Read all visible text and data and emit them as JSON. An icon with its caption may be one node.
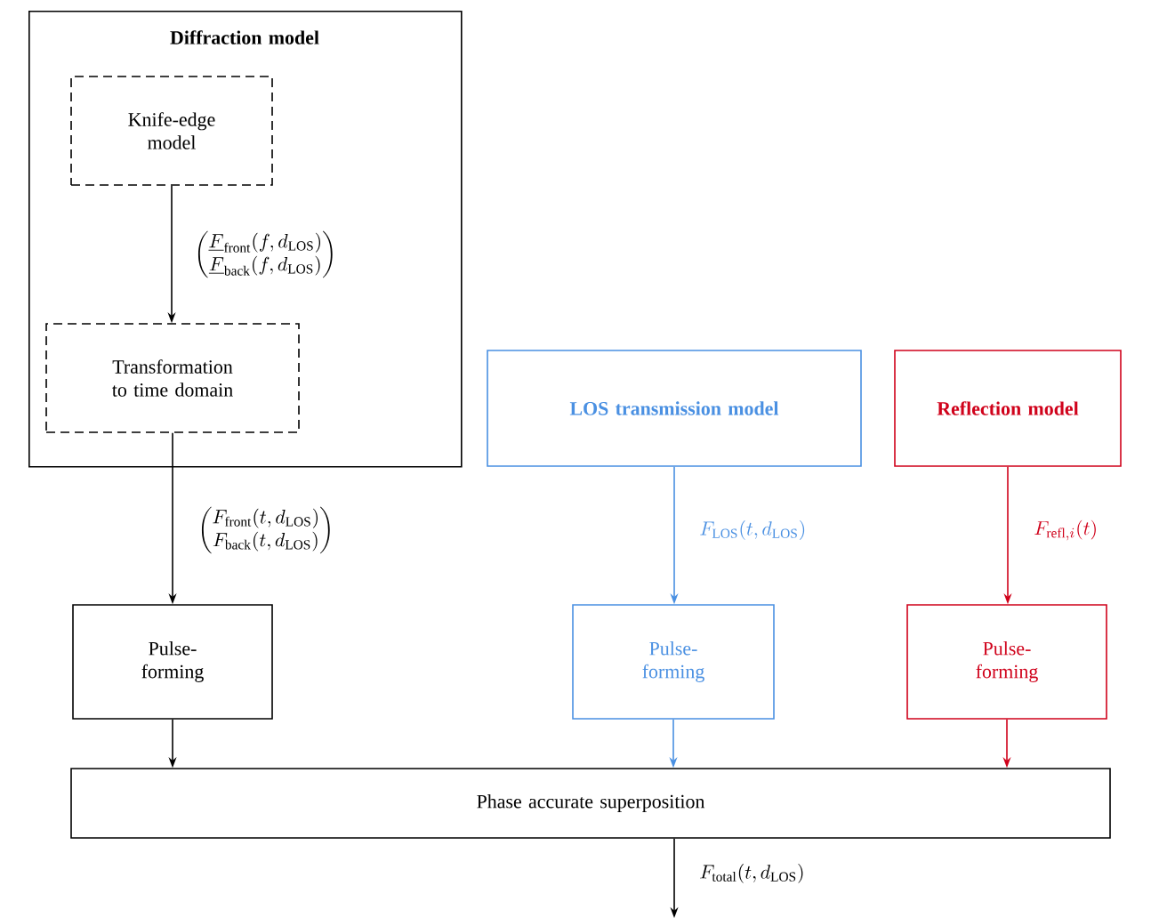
{
  "diagram": {
    "nodes": [
      {
        "text": [
          "Diffraction model"
        ]
      },
      {
        "text": [
          "Knife-edge model"
        ],
        "in": 0
      },
      {
        "text": [
          "Transformation to time domain"
        ],
        "in": 0
      },
      {
        "text": [
          "LOS transmission model"
        ]
      },
      {
        "text": [
          "Reflection model"
        ]
      },
      {
        "text": [
          "Pulse-forming"
        ]
      },
      {
        "text": [
          "Pulse-forming"
        ]
      },
      {
        "text": [
          "Pulse-forming"
        ]
      },
      {
        "text": [
          "Phase accurate superposition"
        ]
      }
    ],
    "edges": [
      {
        "from": 1,
        "to": 2,
        "arrow": "to",
        "label": "\\begin{pmatrix}\\underline{F}_{\\mathrm{front}}(f,d_{\\mathrm{LOS}})\\\\ \\underline{F}_{\\mathrm{back}}(f,d_{\\mathrm{LOS}})\\end{pmatrix}"
      },
      {
        "from": 2,
        "to": 5,
        "arrow": "to",
        "label": "\\begin{pmatrix}F_{\\mathrm{front}}(t,d_{\\mathrm{LOS}})\\\\ F_{\\mathrm{back}}(t,d_{\\mathrm{LOS}})\\end{pmatrix}"
      },
      {
        "from": 3,
        "to": 6,
        "arrow": "to",
        "label": "F_{\\mathrm{LOS}}(t,d_{\\mathrm{LOS}})",
        "color": "#4a90e2"
      },
      {
        "from": 4,
        "to": 7,
        "arrow": "to",
        "label": "F_{\\mathrm{refl},i}(t)",
        "color": "#d0021b"
      },
      {
        "from": 5,
        "to": 8,
        "arrow": "to"
      },
      {
        "from": 6,
        "to": 8,
        "arrow": "to",
        "color": "#4a90e2"
      },
      {
        "from": 7,
        "to": 8,
        "arrow": "to",
        "color": "#d0021b"
      },
      {
        "from": 8,
        "to": null,
        "arrow": "to",
        "label": "F_{\\mathrm{total}}(t,d_{\\mathrm{LOS}})"
      }
    ]
  }
}
